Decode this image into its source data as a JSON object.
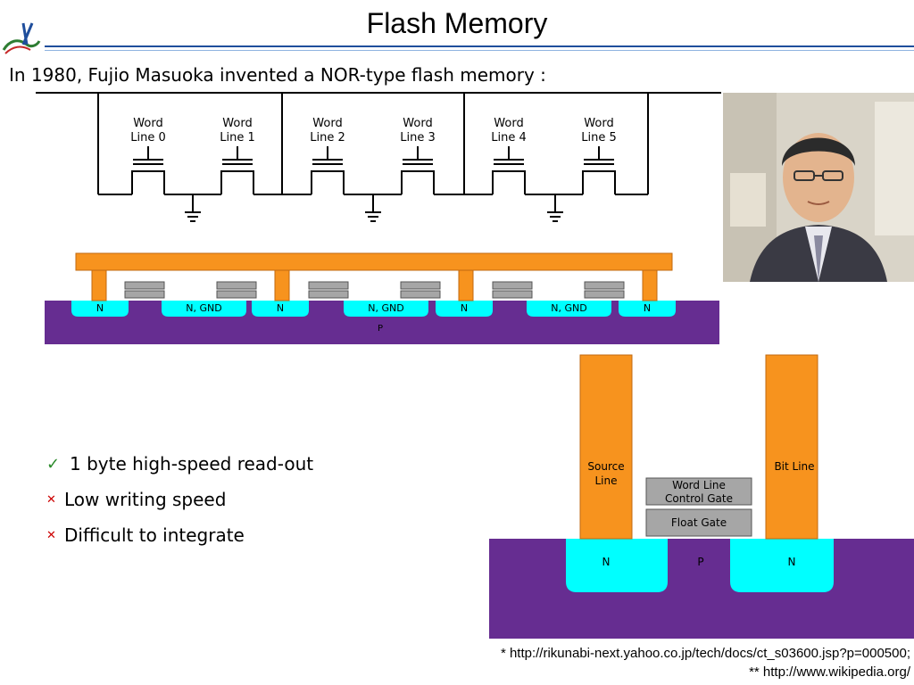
{
  "slide": {
    "title": "Flash Memory",
    "intro": "In 1980, Fujio Masuoka invented a NOR-type flash memory :",
    "bullets": [
      {
        "kind": "check",
        "text": "1 byte high-speed read-out"
      },
      {
        "kind": "cross",
        "text": "Low writing speed"
      },
      {
        "kind": "cross",
        "text": "Difficult to integrate"
      }
    ],
    "references": [
      "* http://rikunabi-next.yahoo.co.jp/tech/docs/ct_s03600.jsp?p=000500;",
      "** http://www.wikipedia.org/"
    ]
  },
  "circuit": {
    "word_lines": [
      [
        "Word",
        "Line 0"
      ],
      [
        "Word",
        "Line 1"
      ],
      [
        "Word",
        "Line 2"
      ],
      [
        "Word",
        "Line 3"
      ],
      [
        "Word",
        "Line 4"
      ],
      [
        "Word",
        "Line 5"
      ]
    ]
  },
  "array_cross_section": {
    "regions": [
      "N",
      "N, GND",
      "N",
      "N, GND",
      "N",
      "N, GND",
      "N"
    ],
    "substrate": "P"
  },
  "cell_cross_section": {
    "source": [
      "Source",
      "Line"
    ],
    "drain": "Bit Line",
    "control_gate": [
      "Word Line",
      "Control Gate"
    ],
    "float_gate": "Float Gate",
    "regions": [
      "N",
      "P",
      "N"
    ]
  },
  "colors": {
    "orange": "#f7931e",
    "cyan": "#00ffff",
    "purple": "#662d91",
    "gray": "#a6a6a6",
    "rule": "#1f4e9c"
  }
}
